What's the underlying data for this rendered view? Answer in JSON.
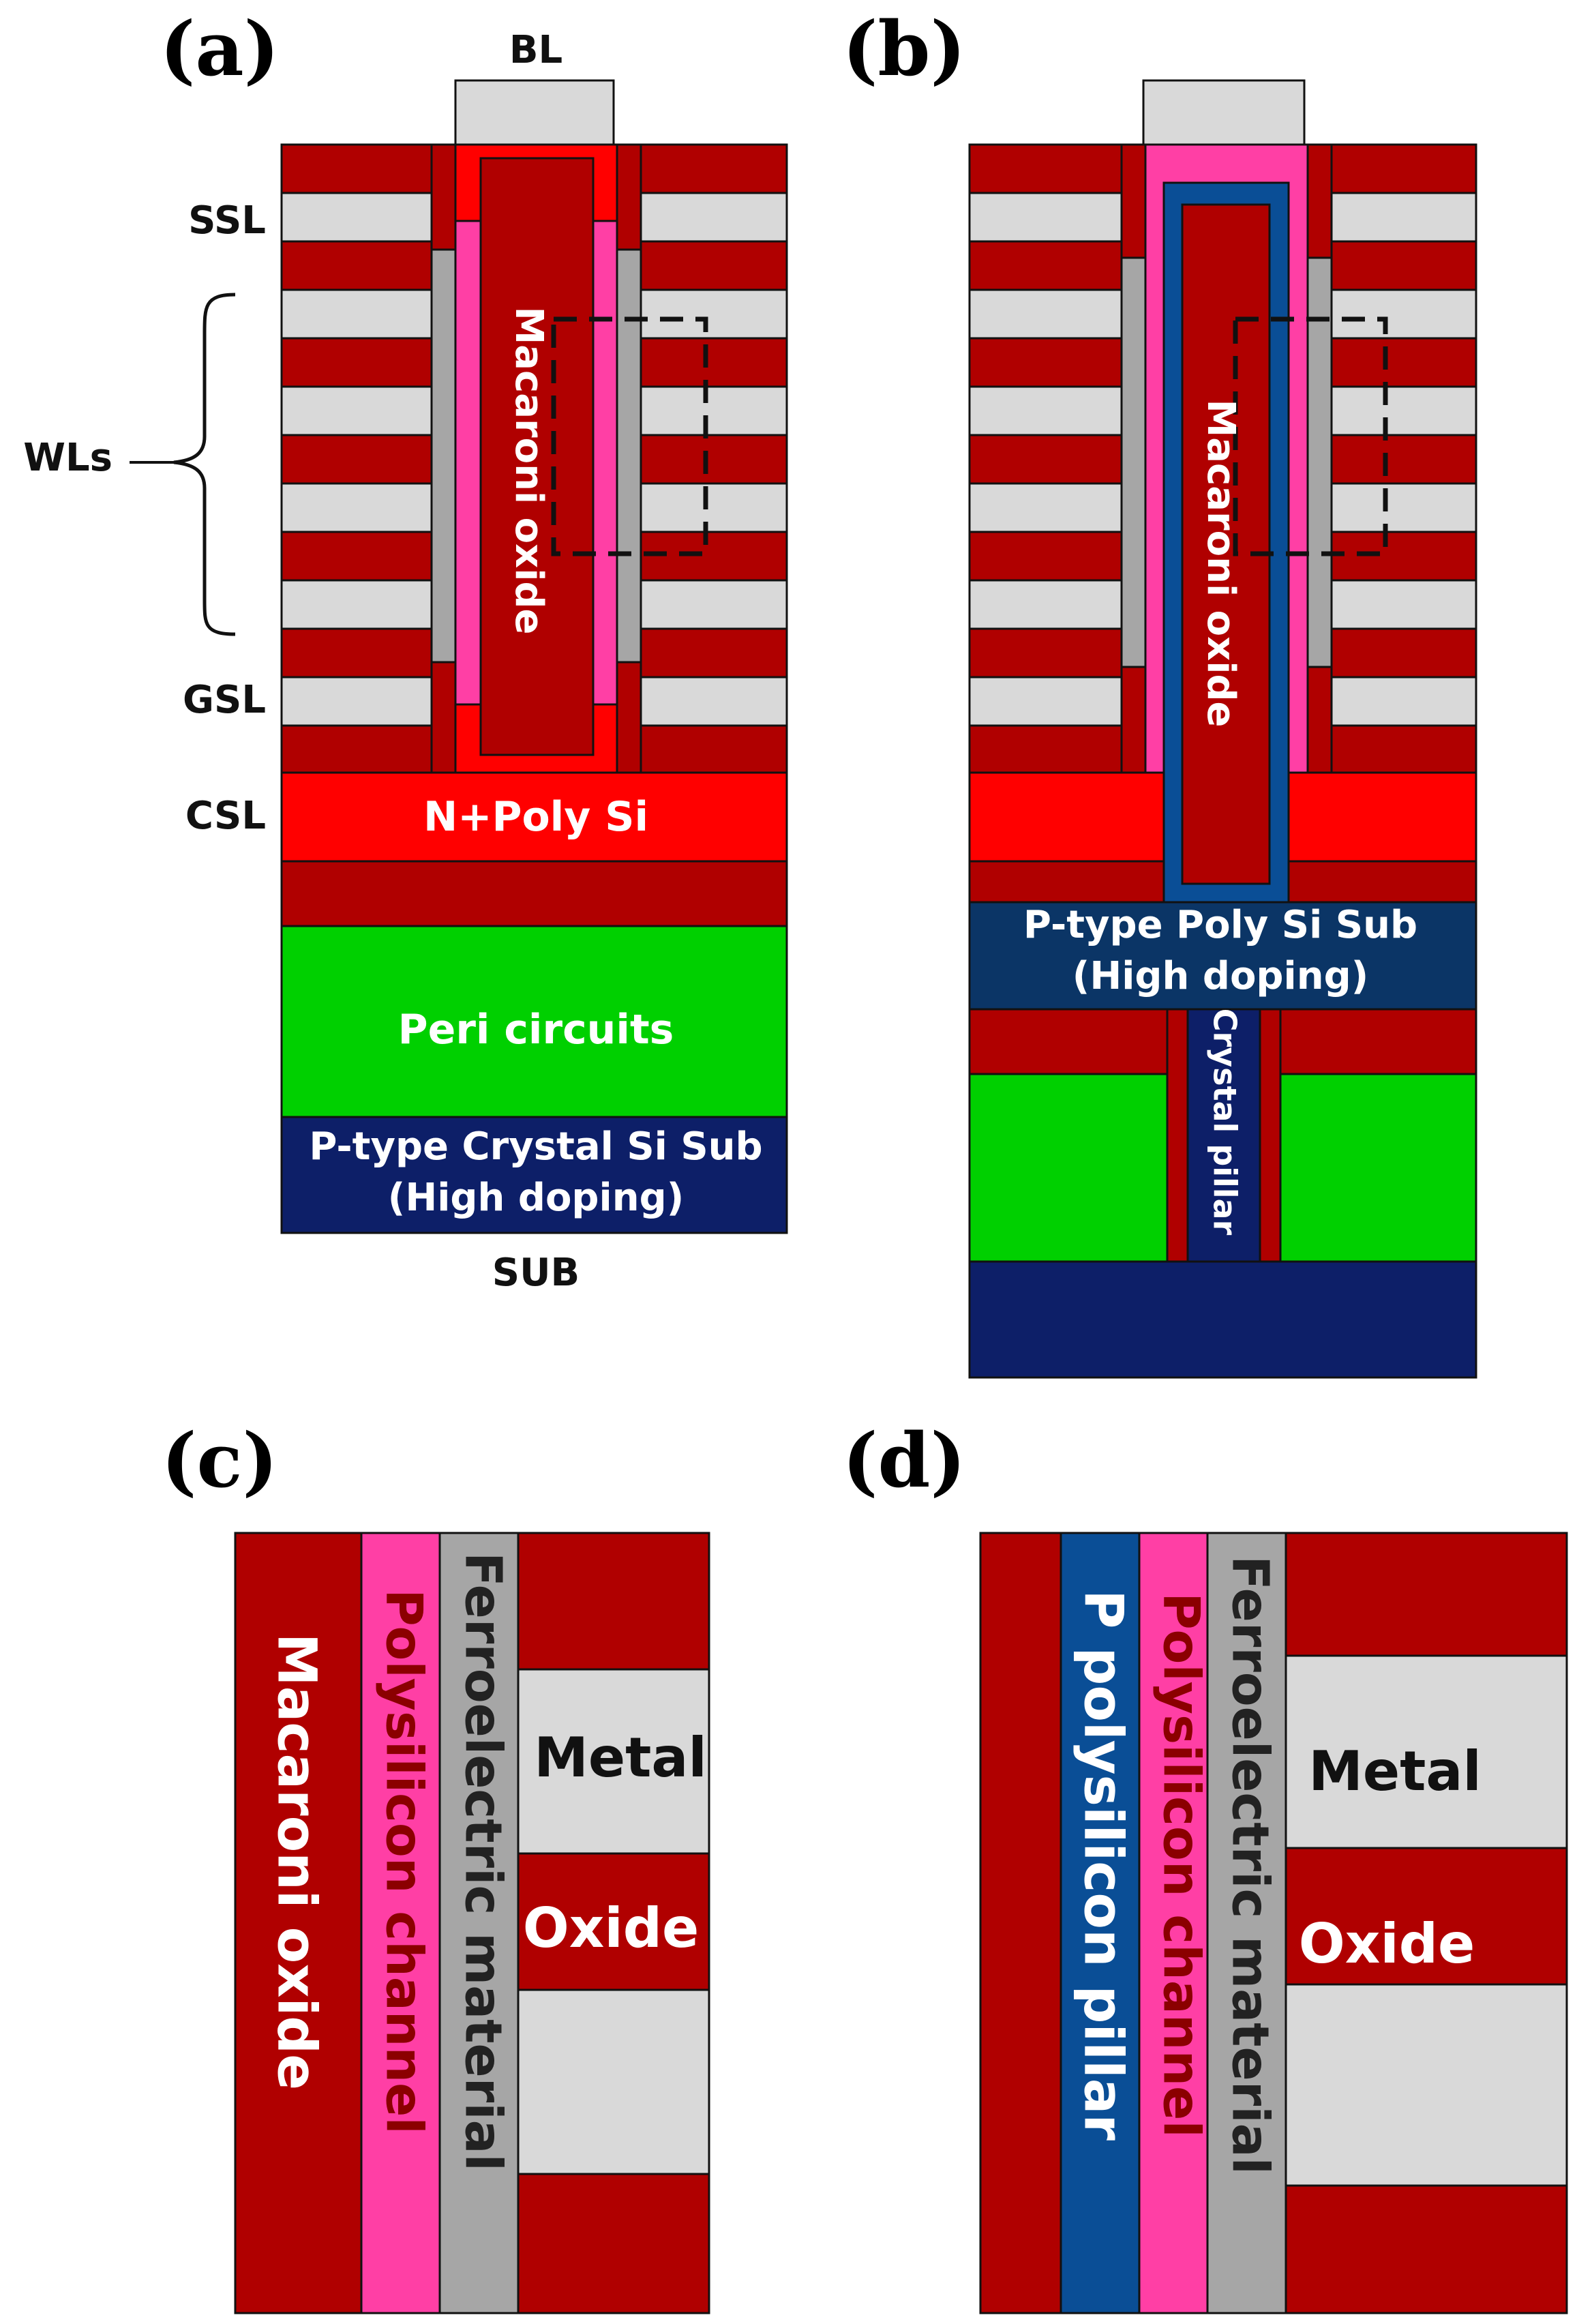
{
  "colors": {
    "oxide": "#b00000",
    "metal": "#d9d9d9",
    "n_poly": "#ff0000",
    "channel": "#ff3fa5",
    "ferroelectric": "#a6a6a6",
    "peri": "#00d000",
    "p_sub_crystal": "#0d1f68",
    "p_sub_poly": "#0b3566",
    "p_pillar": "#0a4e96",
    "bl": "#d9d9d9",
    "line": "#111111"
  },
  "panels": {
    "a": {
      "label": "(a)",
      "bl_label": "BL",
      "ssl_label": "SSL",
      "wls_label": "WLs",
      "gsl_label": "GSL",
      "csl_label": "CSL",
      "sub_label": "SUB",
      "core_text": "Macaroni oxide",
      "n_poly_text": "N+Poly Si",
      "peri_text": "Peri circuits",
      "sub_text_line1": "P-type Crystal Si Sub",
      "sub_text_line2": "(High doping)"
    },
    "b": {
      "label": "(b)",
      "core_text": "Macaroni oxide",
      "psub_text_line1": "P-type Poly Si Sub",
      "psub_text_line2": "(High doping)",
      "pillar_text": "Crystal pillar"
    },
    "c": {
      "label": "(c)",
      "core_text": "Macaroni oxide",
      "channel_text": "Polysilicon channel",
      "fe_text": "Ferroelectric material",
      "metal_text": "Metal",
      "oxide_text": "Oxide"
    },
    "d": {
      "label": "(d)",
      "pillar_text": "P polysilicon pillar",
      "channel_text": "Polysilicon channel",
      "fe_text": "Ferroelectric material",
      "metal_text": "Metal",
      "oxide_text": "Oxide"
    }
  }
}
